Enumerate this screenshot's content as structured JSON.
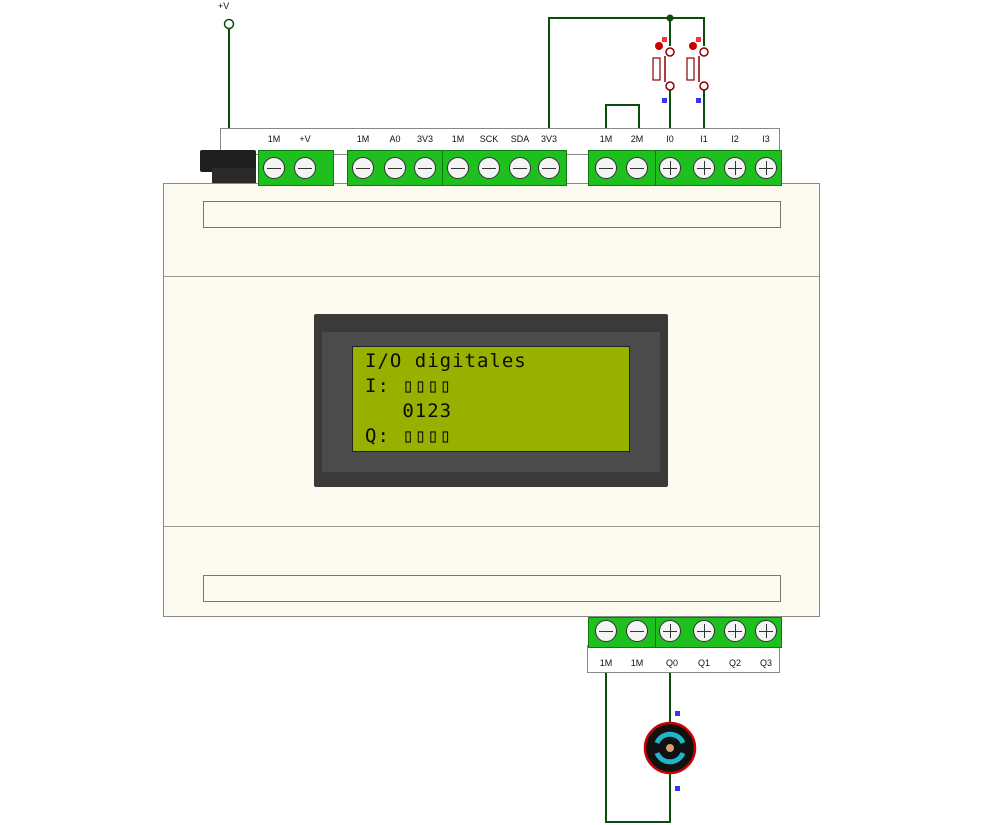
{
  "supply_label": "+V",
  "top_terminal_labels": [
    "1M",
    "+V",
    "1M",
    "A0",
    "3V3",
    "1M",
    "SCK",
    "SDA",
    "3V3",
    "1M",
    "2M",
    "I0",
    "I1",
    "I2",
    "I3"
  ],
  "bottom_terminal_labels": [
    "1M",
    "1M",
    "Q0",
    "Q1",
    "Q2",
    "Q3"
  ],
  "lcd": {
    "line1": "I/O digitales",
    "line2": "I: ▯▯▯▯",
    "line3": "   0123",
    "line4": "Q: ▯▯▯▯",
    "background": "#98b000"
  },
  "colors": {
    "terminal_green": "#1fbf1f",
    "wire": "#0b4d0b",
    "housing": "#fdfbf0",
    "switch_red": "#cc0000",
    "pin_blue": "#3333ff",
    "motor_ring": "#cc0000",
    "motor_arrows": "#22b5c9"
  },
  "components": {
    "switches": [
      "push-button",
      "push-button"
    ],
    "output_load": "dc-motor"
  }
}
